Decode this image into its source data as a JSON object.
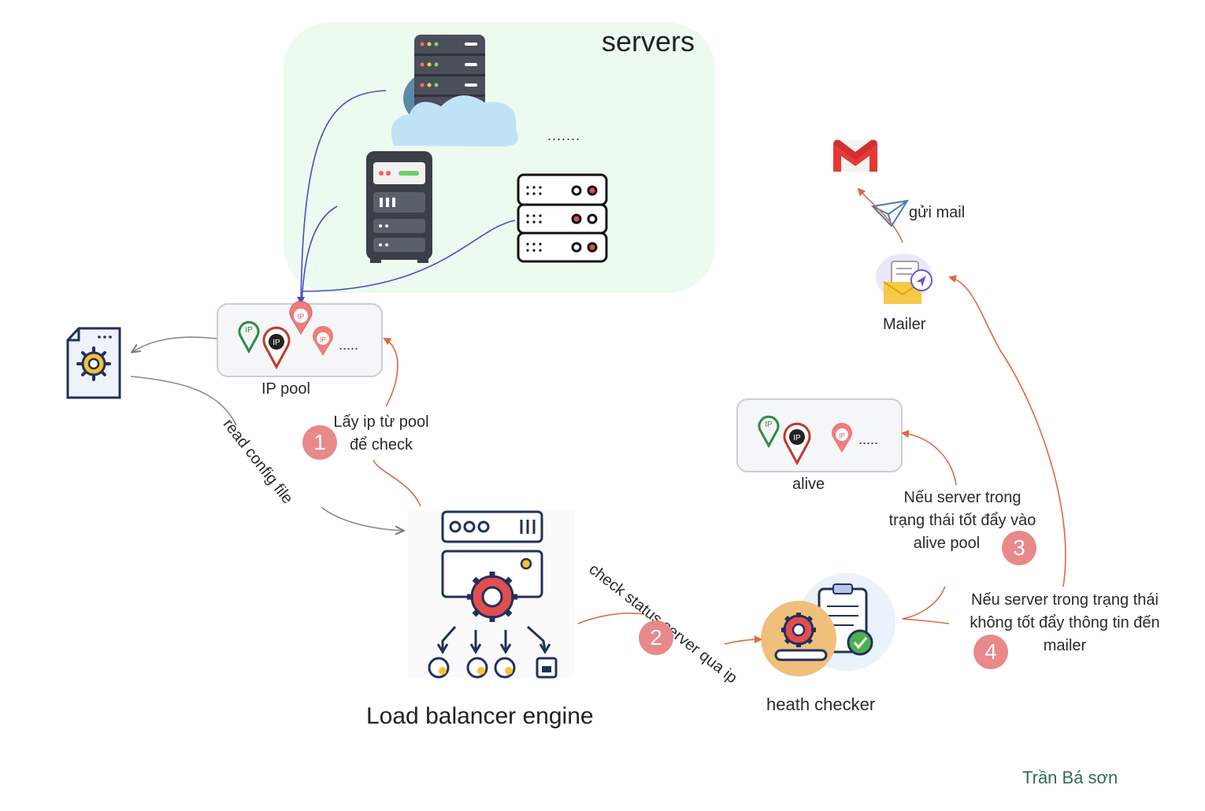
{
  "groups": {
    "servers_title": "servers",
    "servers_more": "......."
  },
  "nodes": {
    "ip_pool": "IP pool",
    "alive_pool": "alive",
    "mailer": "Mailer",
    "engine": "Load balancer engine",
    "health_checker": "heath checker"
  },
  "pool_more": ".....",
  "ip_pin_text": "IP",
  "edges": {
    "read_config": "read config file",
    "get_ip": "Lấy ip từ pool để check",
    "check_status": "check status server qua ip",
    "alive_push": "Nếu server trong trạng thái tốt đẩy vào alive pool",
    "mailer_push": "Nếu server trong trạng thái không tốt đẩy thông tin đến mailer",
    "send_mail": "gửi mail"
  },
  "edge_lines": {
    "get_ip": [
      "Lấy ip từ pool",
      "để check"
    ],
    "alive_push": [
      "Nếu server trong",
      "trạng thái tốt đẩy vào",
      "alive pool"
    ],
    "mailer_push": [
      "Nếu server trong trạng thái",
      "không tốt đẩy thông tin đến",
      "mailer"
    ]
  },
  "steps": [
    "1",
    "2",
    "3",
    "4"
  ],
  "author": "Trần Bá sơn",
  "colors": {
    "servers_bg": "#edfaf0",
    "step_circle": "#e8898a",
    "orange_arrow": "#e0683f",
    "blue_arrow": "#5b5bd0",
    "gray_arrow": "#8a8a8a",
    "navy_icon": "#22305e"
  },
  "icons": [
    "cloud-server-icon",
    "server-tower-icon",
    "server-rack-icon",
    "config-file-icon",
    "load-balancer-icon",
    "health-checker-icon",
    "mailer-icon",
    "gmail-icon",
    "paper-plane-icon",
    "ip-pin-icon"
  ]
}
